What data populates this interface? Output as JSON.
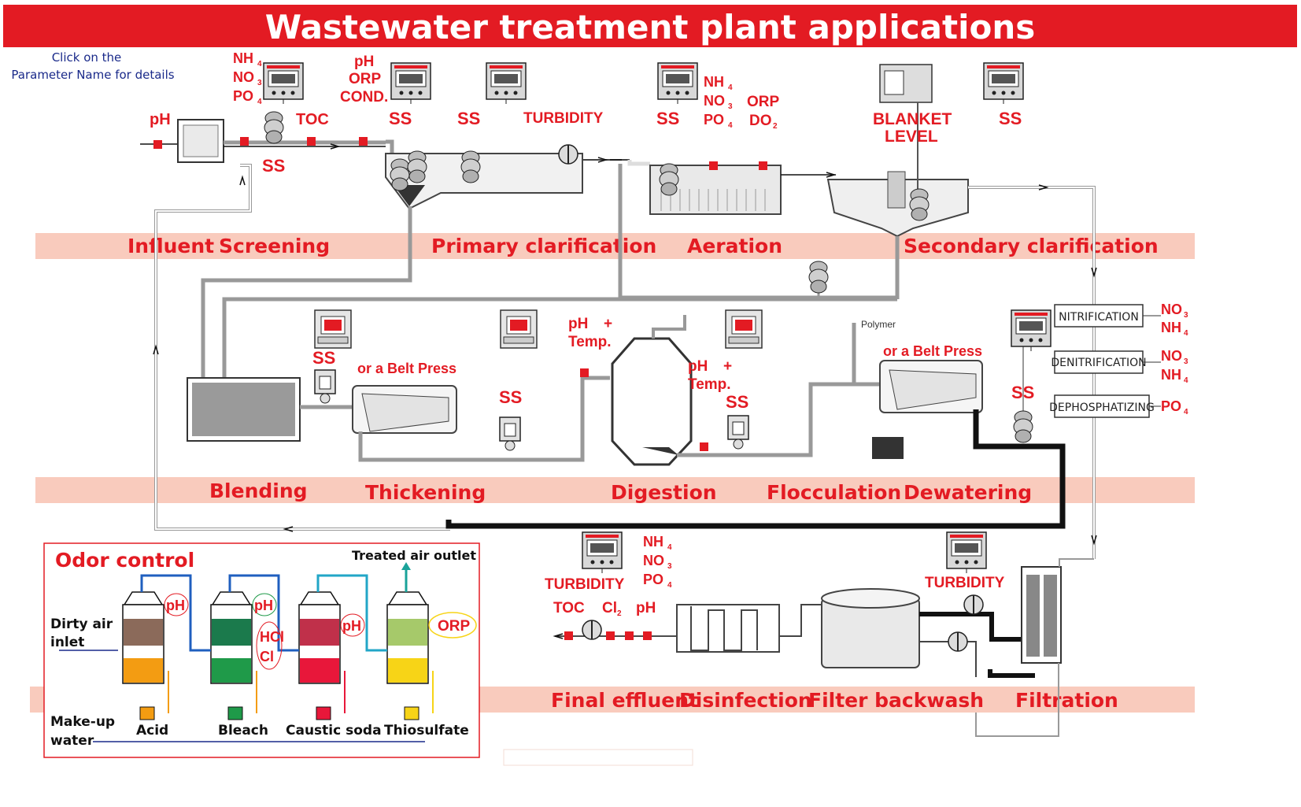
{
  "header": {
    "title": "Wastewater treatment plant applications"
  },
  "hint": {
    "line1": "Click on the",
    "line2": "Parameter Name for details"
  },
  "bands": {
    "top": [
      "Influent",
      "Screening",
      "Primary clarification",
      "Aeration",
      "Secondary clarification"
    ],
    "middle": [
      "Blending",
      "Thickening",
      "Digestion",
      "Flocculation",
      "Dewatering"
    ],
    "bottom": [
      "Final effluent",
      "Disinfection",
      "Filter backwash",
      "Filtration"
    ]
  },
  "params": {
    "ph": "pH",
    "toc": "TOC",
    "ss": "SS",
    "nh4": "NH",
    "no3": "NO",
    "po4": "PO",
    "orp": "ORP",
    "cond": "COND.",
    "turbidity": "TURBIDITY",
    "do2": "DO",
    "blanket1": "BLANKET",
    "blanket2": "LEVEL",
    "temp": "Temp.",
    "plus": "+",
    "cl2": "Cl",
    "hcl": "HCl"
  },
  "subs": {
    "four": "4",
    "three": "3",
    "two": "2"
  },
  "belt_press": "or a Belt Press",
  "polymer": "Polymer",
  "process_boxes": [
    "NITRIFICATION",
    "DENITRIFICATION",
    "DEPHOSPHATIZING"
  ],
  "odor": {
    "title": "Odor control",
    "outlet": "Treated air outlet",
    "dirty1": "Dirty air",
    "dirty2": "inlet",
    "makeup1": "Make-up",
    "makeup2": "water",
    "chemicals": [
      "Acid",
      "Bleach",
      "Caustic soda",
      "Thiosulfate"
    ],
    "tower_params": [
      "pH",
      "pH",
      "pH",
      "ORP"
    ]
  },
  "colors": {
    "accent": "#e31b23",
    "band": "#f9cbbd",
    "pipe": "#8f8f8f",
    "sludge": "#111111"
  }
}
